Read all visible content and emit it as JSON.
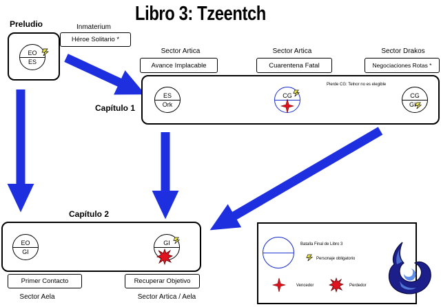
{
  "title": "Libro 3: Tzeentch",
  "sections": {
    "preludio": "Preludio",
    "capitulo1": "Capítulo 1",
    "capitulo2": "Capítulo 2"
  },
  "locations": {
    "inmaterium": "Inmaterium",
    "sector_artica_1": "Sector Artica",
    "sector_artica_2": "Sector Artica",
    "sector_drakos": "Sector Drakos",
    "sector_aela": "Sector Aela",
    "sector_artica_aela": "Sector Artica / Aela"
  },
  "missions": {
    "heroe_solitario": "Héroe Solitario *",
    "avance_implacable": "Avance Implacable",
    "cuarentena_fatal": "Cuarentena Fatal",
    "negociaciones_rotas": "Negociaciones Rotas *",
    "primer_contacto": "Primer Contacto",
    "recuperar_objetivo": "Recuperar Objetivo"
  },
  "nodes": {
    "preludio": {
      "top": "EO",
      "bottom": "ES"
    },
    "cap1_left": {
      "top": "ES",
      "bottom": "Ork"
    },
    "cap1_center": {
      "top": "CG",
      "bottom": ""
    },
    "cap1_right": {
      "top": "CG",
      "bottom": "GI"
    },
    "cap2_left": {
      "top": "EO",
      "bottom": "GI"
    },
    "cap2_right": {
      "top": "GI",
      "bottom": ""
    }
  },
  "notes": {
    "pierde_cg": "Pierde CG: Telnor no es elegible"
  },
  "legend": {
    "batalla_final": "Batalla Final de Libro 3",
    "personaje": "Personaje obligatorio",
    "vencedor": "Vencedor",
    "perdedor": "Perdedor"
  },
  "colors": {
    "arrow": "#1e2fe0",
    "victor": "#e0131f",
    "loser": "#e0131f",
    "emblem_dark": "#1c1f8a",
    "emblem_light": "#5f8fe8"
  },
  "icons": {
    "character": "lightning-figure-icon",
    "victor": "four-point-star-icon",
    "loser": "red-burst-icon",
    "emblem": "tzeentch-flame-icon"
  }
}
